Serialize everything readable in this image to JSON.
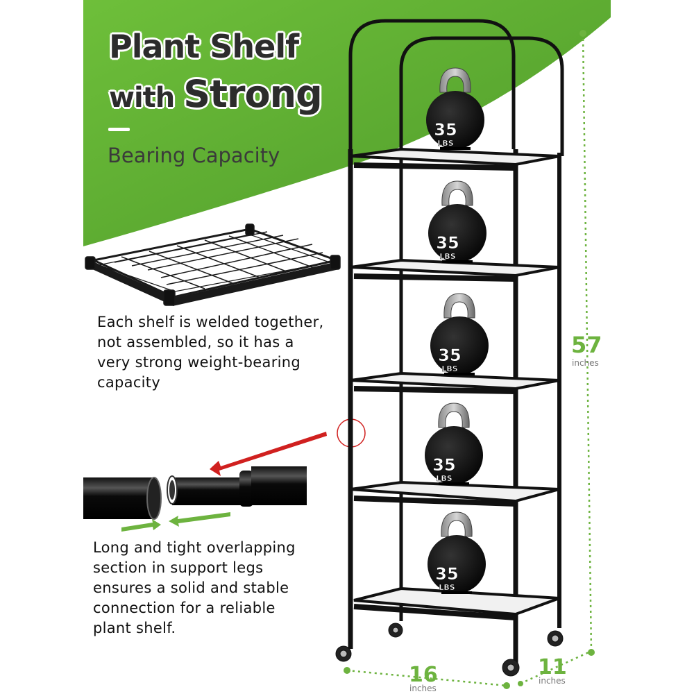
{
  "headline": {
    "line1": "Plant Shelf",
    "line2_prefix": "with",
    "line2_strong": "Strong",
    "subtitle": "Bearing Capacity"
  },
  "weight_label": {
    "number": "35",
    "unit": "LBS"
  },
  "descriptions": {
    "welded": [
      "Each shelf is welded together,",
      "not assembled, so it has a",
      "very strong weight-bearing",
      "capacity"
    ],
    "overlap": [
      "Long and tight overlapping",
      "section in support legs",
      "ensures a solid and stable",
      "connection for a reliable",
      "plant shelf."
    ]
  },
  "dimensions": {
    "height": {
      "value": "57",
      "unit": "inches"
    },
    "width": {
      "value": "16",
      "unit": "inches"
    },
    "depth": {
      "value": "11",
      "unit": "inches"
    }
  },
  "colors": {
    "brand_green": "#6db33f",
    "accent_red": "#d0201f",
    "frame_black": "#111111"
  }
}
